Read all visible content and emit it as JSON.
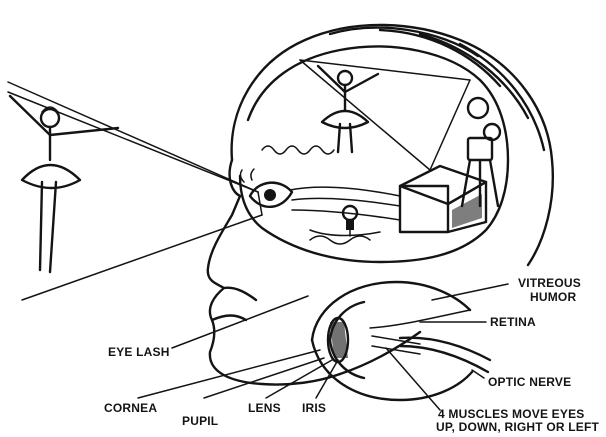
{
  "colors": {
    "ink": "#141414",
    "paper": "#ffffff"
  },
  "labels": {
    "vitreous_line1": "VITREOUS",
    "vitreous_line2": "HUMOR",
    "retina": "RETINA",
    "eye_lash": "EYE LASH",
    "optic_nerve": "OPTIC NERVE",
    "cornea": "CORNEA",
    "pupil": "PUPIL",
    "lens": "LENS",
    "iris": "IRIS",
    "muscles_line1": "4 MUSCLES MOVE EYES",
    "muscles_line2": "UP, DOWN, RIGHT OR LEFT"
  },
  "icons": [
    "ballerina-figure",
    "ballerina-figure-inverted",
    "movie-camera-icon",
    "eye-icon",
    "light-bulb-icon",
    "screen-box-icon"
  ]
}
